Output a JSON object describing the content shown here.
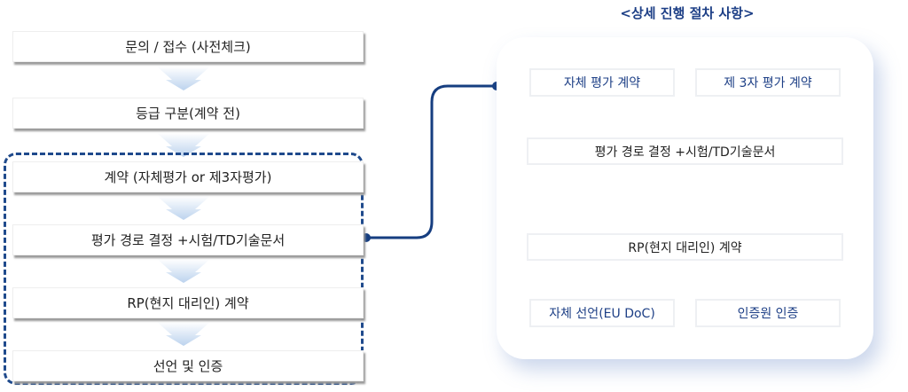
{
  "left_flow": {
    "steps": [
      "문의 / 접수 (사전체크)",
      "등급 구분(계약 전)",
      "계약 (자체평가 or 제3자평가)",
      "평가 경로 결정 +시험/TD기술문서",
      "RP(현지 대리인) 계약",
      "선언 및 인증"
    ]
  },
  "detail": {
    "title": "<상세 진행 절차 사항>",
    "contract_self": "자체 평가 계약",
    "contract_third": "제 3자 평가 계약",
    "path": "평가 경로 결정 +시험/TD기술문서",
    "rp": "RP(현지 대리인) 계약",
    "self_declaration": "자체 선언(EU DoC)",
    "certification": "인증원 인증"
  },
  "colors": {
    "accent": "#1d3f86",
    "arrow_light": "#c9dcf0",
    "arrow_dark": "#1d5fb5"
  }
}
